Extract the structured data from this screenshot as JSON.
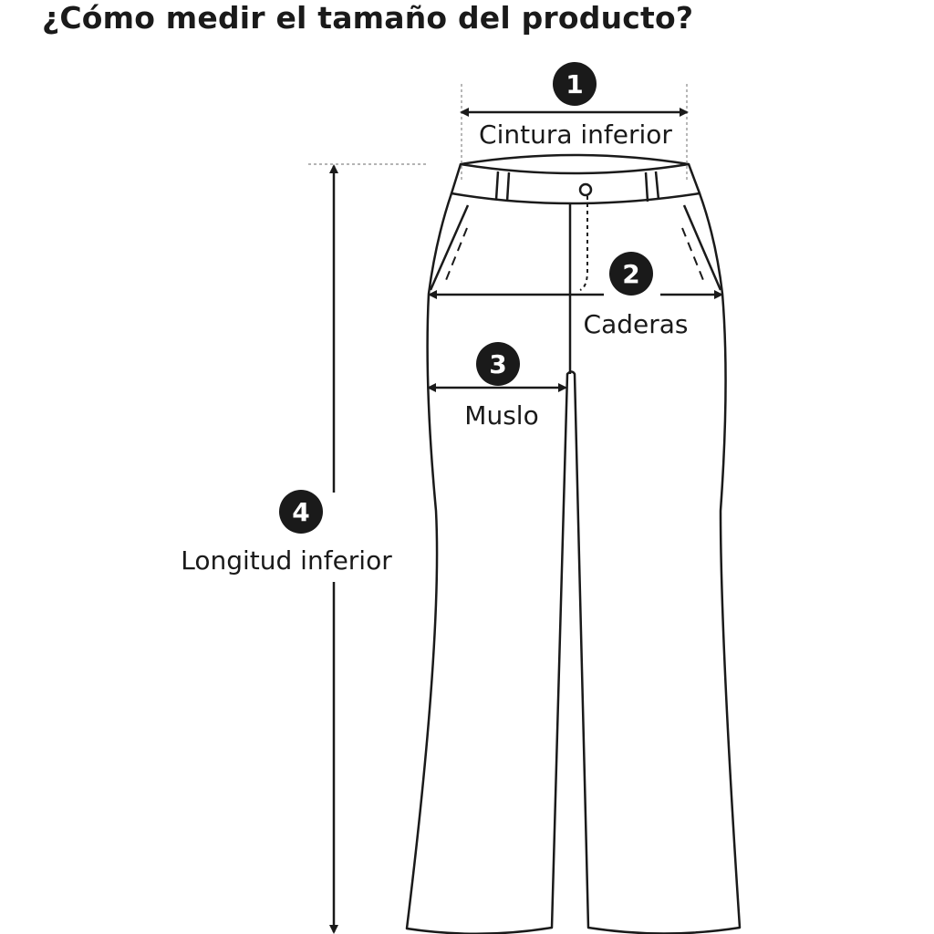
{
  "title": "¿Cómo medir el tamaño del producto?",
  "measurements": [
    {
      "number": "1",
      "label": "Cintura inferior"
    },
    {
      "number": "2",
      "label": "Caderas"
    },
    {
      "number": "3",
      "label": "Muslo"
    },
    {
      "number": "4",
      "label": "Longitud inferior"
    }
  ]
}
